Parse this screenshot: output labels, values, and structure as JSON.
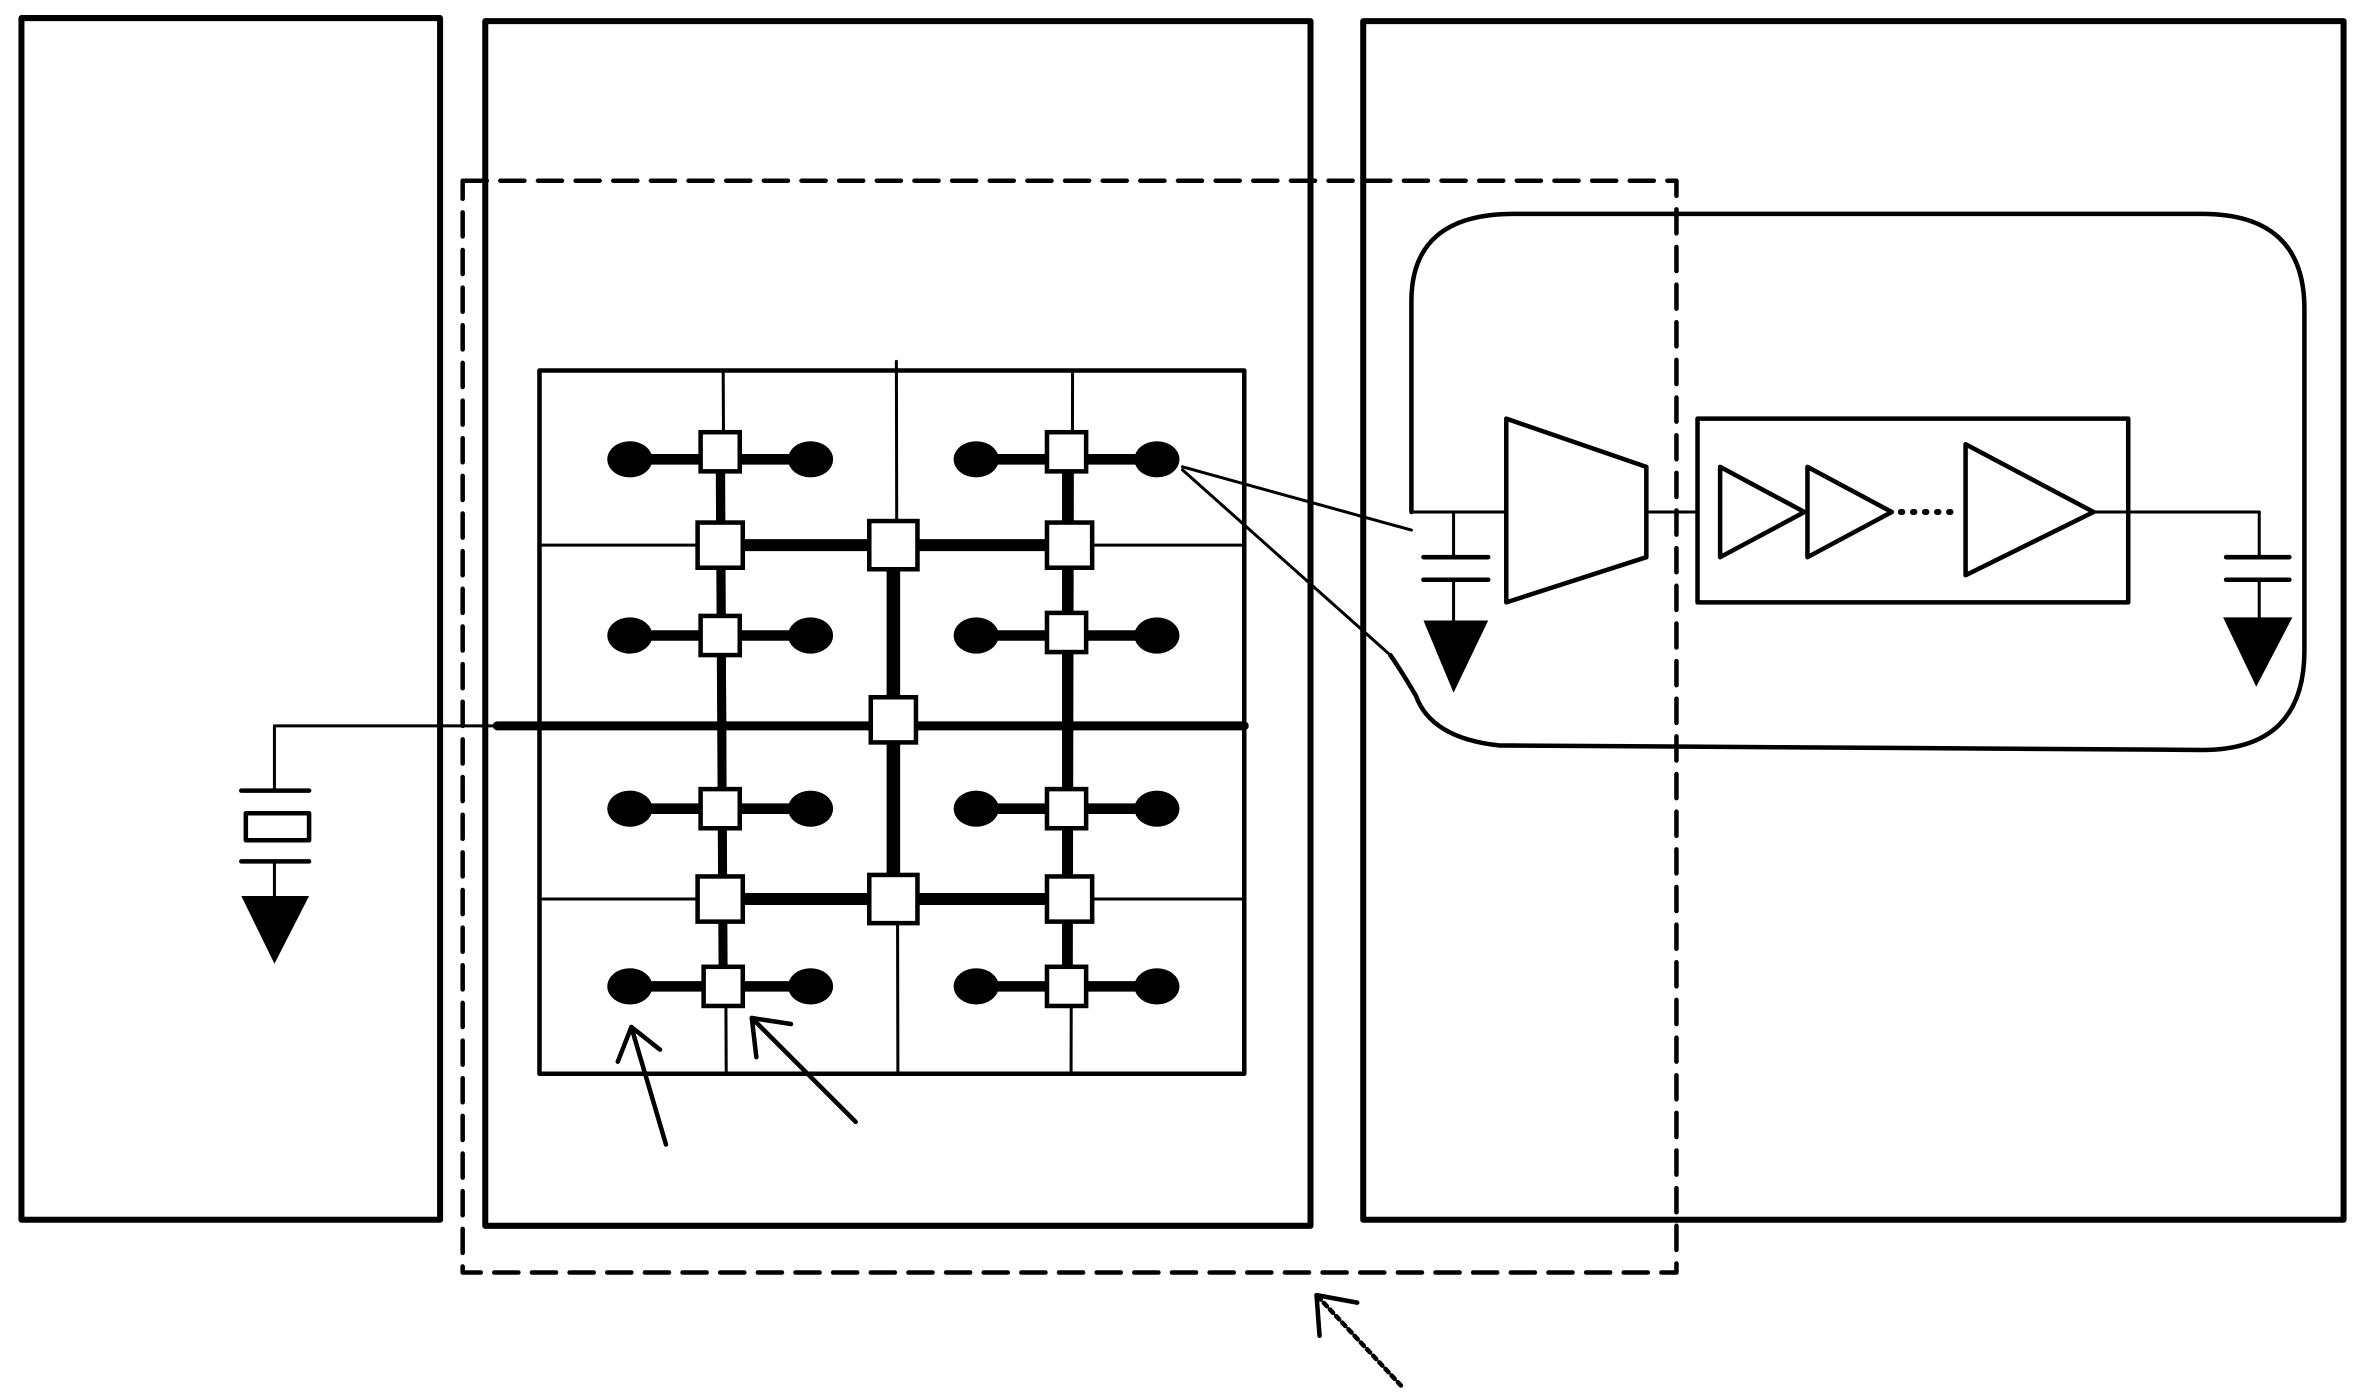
{
  "diagram": {
    "colors": {
      "line": "#000000",
      "background": "#ffffff"
    },
    "panels": [
      "left-panel",
      "center-panel",
      "right-panel"
    ],
    "pixel_array": {
      "rows": 4,
      "columns": 2,
      "pixels_per_cell": 1
    },
    "components": [
      "crystal-resonator",
      "capacitor",
      "ground",
      "amplifier",
      "buffer-chain",
      "feedback-loop"
    ]
  }
}
